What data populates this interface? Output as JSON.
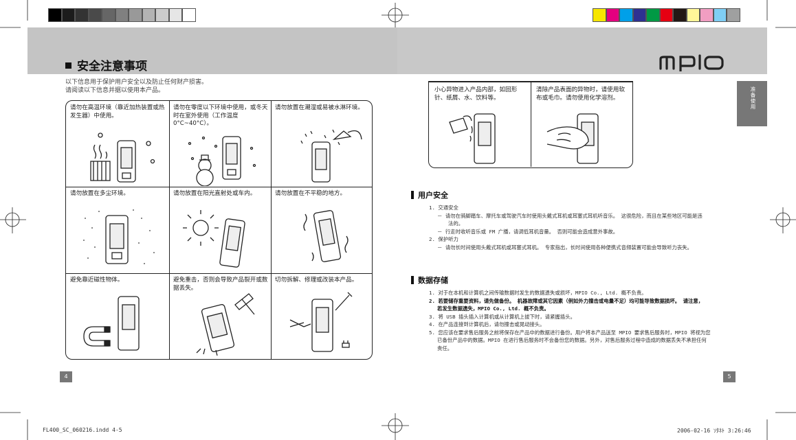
{
  "grayscale_swatches": [
    "#000000",
    "#1c1c1c",
    "#333333",
    "#4a4a4a",
    "#666666",
    "#808080",
    "#999999",
    "#b3b3b3",
    "#cccccc",
    "#e6e6e6",
    "#ffffff"
  ],
  "color_swatches": [
    "#f7e600",
    "#e4007f",
    "#00a0e9",
    "#2e3192",
    "#009944",
    "#e60012",
    "#231815",
    "#fff799",
    "#f19ec2",
    "#7fcef4",
    "#9fa0a0"
  ],
  "header": {
    "title": "安全注意事项",
    "logo_text": "mpio"
  },
  "intro": {
    "line1": "以下信息用于保护用户安全以及防止任何财产损害。",
    "line2": "请阅读以下信息并据以使用本产品。"
  },
  "grid": {
    "cells": [
      {
        "text": "请勿在高温环境（靠近加热装置或热发生器）中使用。",
        "icon": "heater-icon"
      },
      {
        "text": "请勿在零度以下环境中使用，或冬天时在室外使用（工作温度 0°C~40°C）。",
        "icon": "snowman-icon"
      },
      {
        "text": "请勿放置在潮湿或易被水淋环境。",
        "icon": "shower-icon"
      },
      {
        "text": "请勿放置在多尘环境。",
        "icon": "dust-icon"
      },
      {
        "text": "请勿放置在阳光直射处或车内。",
        "icon": "sun-icon"
      },
      {
        "text": "请勿放置在不平稳的地方。",
        "icon": "vibration-icon"
      },
      {
        "text": "避免靠近磁性物体。",
        "icon": "magnet-icon"
      },
      {
        "text": "避免重击，否则会导致产品裂开或数据丢失。",
        "icon": "hammer-icon"
      },
      {
        "text": "切勿拆解、修理或改装本产品。",
        "icon": "tools-icon"
      }
    ]
  },
  "right_box": {
    "cell1": "小心异物进入产品内部，如回形针、纸屑、水、饮料等。",
    "cell2": "清除产品表面的异物时，请使用软布或毛巾。请勿使用化学溶剂。"
  },
  "side_tab": "准备使用",
  "user_safety": {
    "heading": "用户安全",
    "items": [
      "1.  交通安全",
      "－  请勿在骑脚踏车、摩托车或驾驶汽车时使用头戴式耳机或耳塞式耳机听音乐。  这很危险，而且在某些地区可能是违",
      "法的。",
      "－  行走时收听音乐或 FM 广播，请调低耳机音量。  否则可能会造成意外事故。",
      "2.  保护听力",
      "－  请勿长时间使用头戴式耳机或耳塞式耳机。  专家指出，长时间使用各种便携式音频装置可能会导致听力丧失。"
    ]
  },
  "data_storage": {
    "heading": "数据存储",
    "items": [
      "1.  对于在本机和计算机之间传输数据时发生的数据遗失或损坏，MPIO Co., Ltd. 概不负责。",
      "2.  若要储存重要资料，请先做备份。 机器故障或其它因素（例如外力撞击或电量不足）均可能导致数据损坏。 请注意，",
      "若发生数据遗失，MPIO Co., Ltd. 概不负责。",
      "3.  将 USB 插头插入计算机或从计算机上拔下时，请紧握插头。",
      "4.  在产品连接到计算机后，请勿撞击或晃动接头。",
      "5.  您应该在要求售后服务之前将保存在产品中的数据进行备份。用户将本产品送至 MPIO 要求售后服务时，MPIO 将视为您",
      "已备份产品中的数据。MPIO 在进行售后服务时不会备份您的数据。另外，对售后服务过程中造成的数据丢失不承担任何",
      "责任。"
    ]
  },
  "page_left": "4",
  "page_right": "5",
  "footer_left": "FL400_SC_060216.indd   4-5",
  "footer_right": "2006-02-16   ｿﾀﾈﾄ 3:26:46"
}
